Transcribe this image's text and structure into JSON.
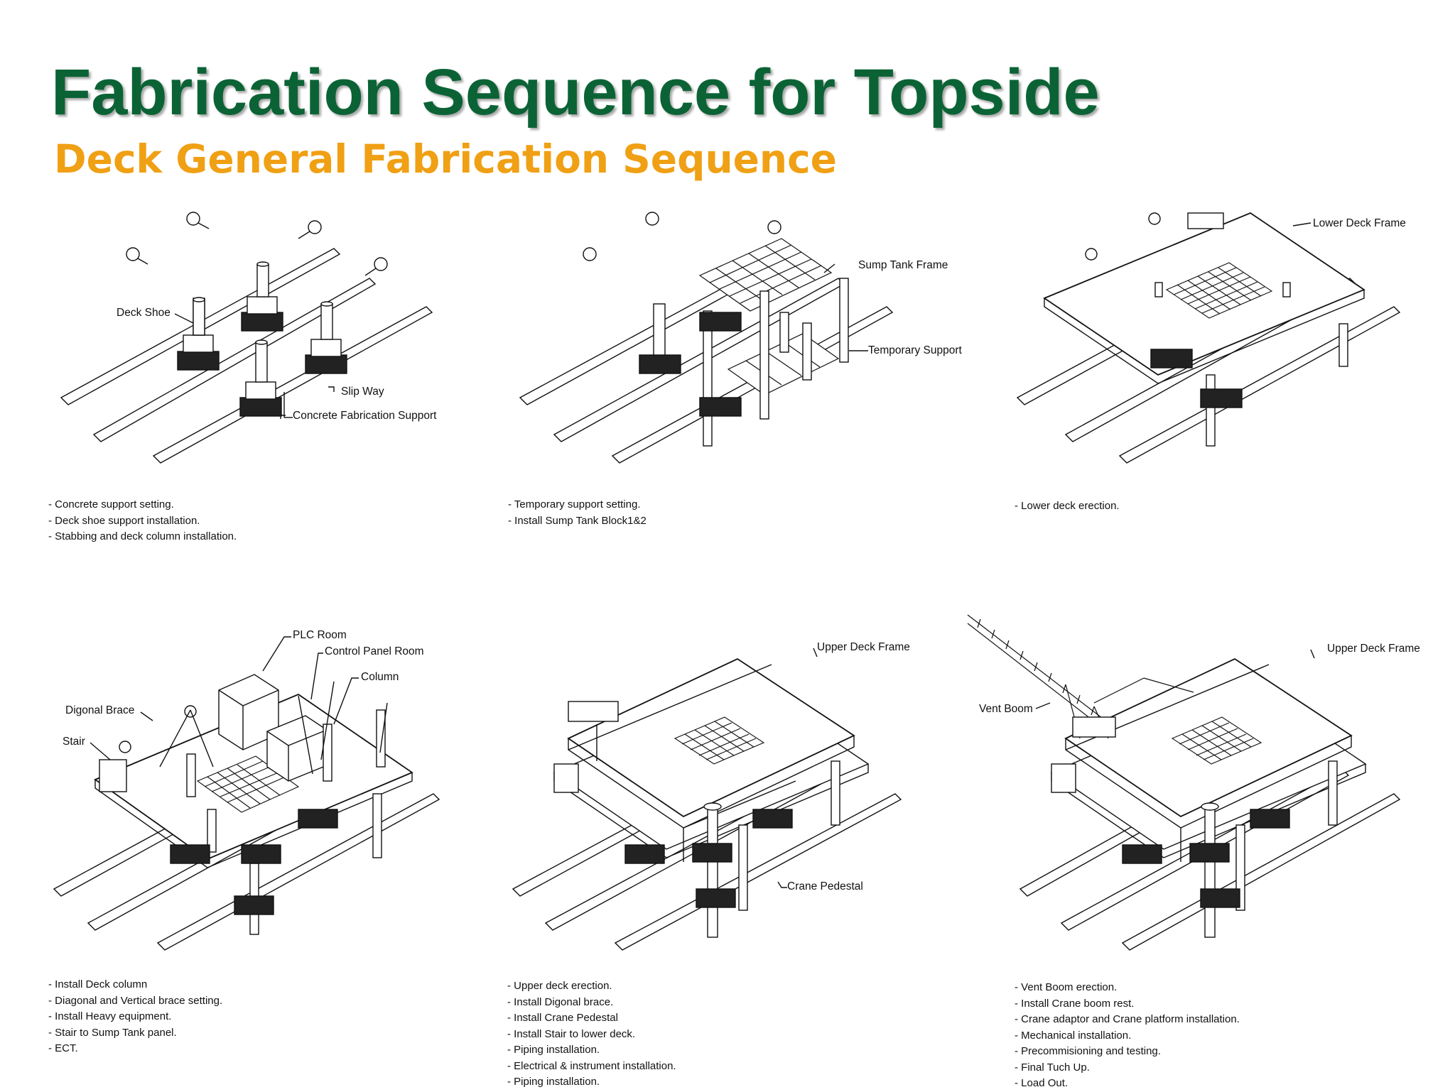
{
  "header": {
    "title": "Fabrication Sequence for Topside",
    "subtitle": "Deck General Fabrication Sequence"
  },
  "colors": {
    "title": "#0b6335",
    "subtitle": "#f0a014",
    "drawing": "#111111"
  },
  "steps": [
    {
      "labels": [
        "Deck Shoe",
        "Slip Way",
        "Concrete Fabrication Support"
      ],
      "notes": [
        "Concrete support setting.",
        "Deck shoe support installation.",
        "Stabbing and deck column installation."
      ]
    },
    {
      "labels": [
        "Sump Tank Frame",
        "Temporary Support"
      ],
      "notes": [
        "Temporary support setting.",
        "Install Sump Tank Block1&2"
      ]
    },
    {
      "labels": [
        "Lower Deck Frame"
      ],
      "notes": [
        "Lower deck erection."
      ]
    },
    {
      "labels": [
        "PLC Room",
        "Control Panel Room",
        "Column",
        "Digonal Brace",
        "Stair"
      ],
      "notes": [
        "Install Deck column",
        "Diagonal and Vertical brace setting.",
        "Install Heavy equipment.",
        "Stair to Sump Tank panel.",
        "ECT."
      ]
    },
    {
      "labels": [
        "Upper Deck Frame",
        "Crane Pedestal"
      ],
      "notes": [
        "Upper deck erection.",
        "Install Digonal brace.",
        "Install Crane Pedestal",
        "Install Stair to lower deck.",
        "Piping installation.",
        "Electrical & instrument installation.",
        "Piping installation."
      ]
    },
    {
      "labels": [
        "Upper Deck Frame",
        "Vent Boom"
      ],
      "notes": [
        "Vent Boom erection.",
        "Install Crane boom rest.",
        "Crane adaptor and Crane platform installation.",
        "Mechanical installation.",
        "Precommisioning and testing.",
        "Final Tuch Up.",
        "Load Out."
      ]
    }
  ]
}
